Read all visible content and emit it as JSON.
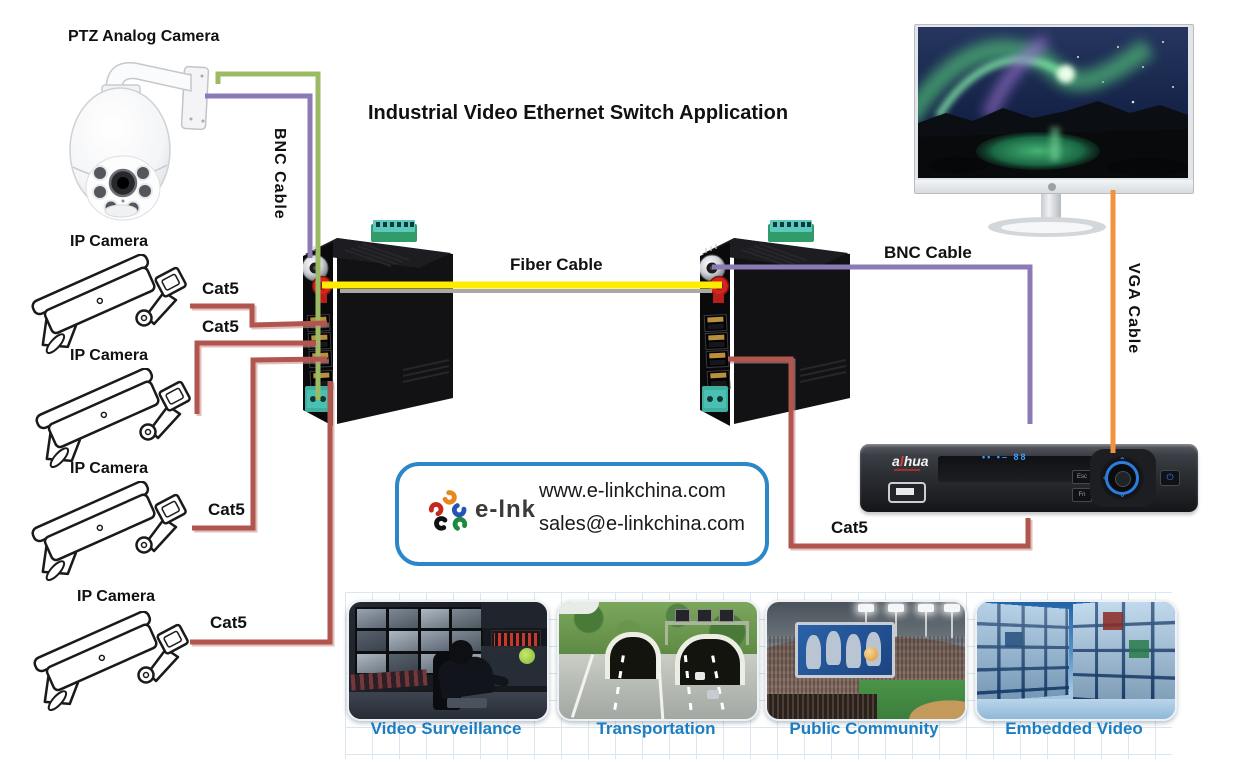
{
  "title": "Industrial Video Ethernet Switch Application",
  "labels": {
    "ptz": "PTZ Analog Camera",
    "ip_camera": "IP Camera",
    "cat5": "Cat5",
    "bnc": "BNC Cable",
    "fiber": "Fiber Cable",
    "vga": "VGA Cable"
  },
  "logo": {
    "brand": "e-lnk",
    "website": "www.e-linkchina.com",
    "email": "sales@e-linkchina.com"
  },
  "dvr": {
    "brand_a": "a",
    "brand_l": "l",
    "brand_rest": "hua",
    "esc": "Esc",
    "fn": "Fn",
    "power": "⏻"
  },
  "applications": [
    {
      "label": "Video Surveillance"
    },
    {
      "label": "Transportation"
    },
    {
      "label": "Public Community"
    },
    {
      "label": "Embedded Video"
    }
  ],
  "colors": {
    "cable_green": "#9cb964",
    "cable_purple": "#8b7ab5",
    "cable_fiber_yellow": "#ffec00",
    "cable_fiber_shadow": "#a9a9a9",
    "cable_cat5": "#b15450",
    "cable_vga_orange": "#f0923e",
    "label_blue": "#1b7ec2",
    "logo_border_blue": "#2b87c8"
  }
}
